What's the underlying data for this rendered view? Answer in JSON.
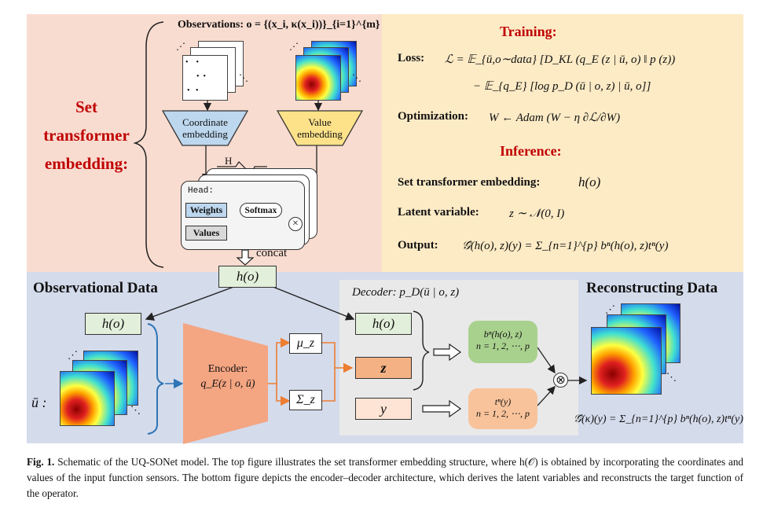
{
  "set_panel": {
    "label_line1": "Set",
    "label_line2": "transformer",
    "label_line3": "embedding:",
    "observations": "Observations: o = {(x_i, κ(x_i))}_{i=1}^{m}",
    "coordinate_embedding": "Coordinate embedding",
    "value_embedding": "Value embedding",
    "head_count": "H",
    "head_label": "Head:",
    "weights": "Weights",
    "softmax": "Softmax",
    "values": "Values",
    "concat": "concat",
    "output": "h(o)"
  },
  "training_panel": {
    "training_title": "Training:",
    "loss_label": "Loss:",
    "loss_line1": "ℒ = 𝔼_{ū,o∼data} [D_KL (q_E (z | ū, o) ‖ p (z))",
    "loss_line2": "− 𝔼_{q_E} [log p_D (ū | o, z) | ū, o]]",
    "optimization_label": "Optimization:",
    "optimization_eq": "W ← Adam (W − η ∂ℒ/∂W)",
    "inference_title": "Inference:",
    "embedding_label": "Set transformer embedding:",
    "embedding_eq": "h(o)",
    "latent_label": "Latent variable:",
    "latent_eq": "z ∼ 𝒩(0, I)",
    "output_label": "Output:",
    "output_eq": "𝒢̂(h(o), z)(y) = Σ_{n=1}^{p} bⁿ(h(o), z)tⁿ(y)"
  },
  "bottom_panel": {
    "observational_title": "Observational Data",
    "reconstructing_title": "Reconstructing Data",
    "h_top": "h(o)",
    "h_left": "h(o)",
    "u_bar": "ū :",
    "encoder_line1": "Encoder:",
    "encoder_line2": "q_E(z | o, ū)",
    "mu": "μ_z",
    "sigma": "Σ_z",
    "decoder_title": "Decoder: p_D(ū | o, z)",
    "dec_h": "h(o)",
    "dec_z": "z",
    "dec_y": "y",
    "b_line1": "bⁿ(h(o), z)",
    "b_line2": "n = 1, 2, ⋯, p",
    "t_line1": "tⁿ(y)",
    "t_line2": "n = 1, 2, ⋯, p",
    "times": "⊗",
    "recon_eq": "𝒢̂(κ)(y) = Σ_{n=1}^{p} bⁿ(h(o), z)tⁿ(y)"
  },
  "caption": {
    "label": "Fig. 1.",
    "text": "Schematic of the UQ-SONet model. The top figure illustrates the set transformer embedding structure, where h(𝒪) is obtained by incorporating the coordinates and values of the input function sensors. The bottom figure depicts the encoder–decoder architecture, which derives the latent variables and reconstructs the target function of the operator."
  },
  "colors": {
    "set_bg": "#f9dcd0",
    "train_bg": "#fdebc6",
    "bottom_bg": "#d4dbeb",
    "decoder_bg": "#e9e9e9",
    "coord_box": "#bdd7ee",
    "value_box": "#fde28a",
    "encoder": "#f4a582",
    "b_box": "#a9d18e",
    "t_box": "#f8c39b",
    "z_box": "#f4b183",
    "red_text": "#c00000",
    "blue_arrow": "#2e75b6",
    "orange_arrow": "#ed7d31"
  }
}
